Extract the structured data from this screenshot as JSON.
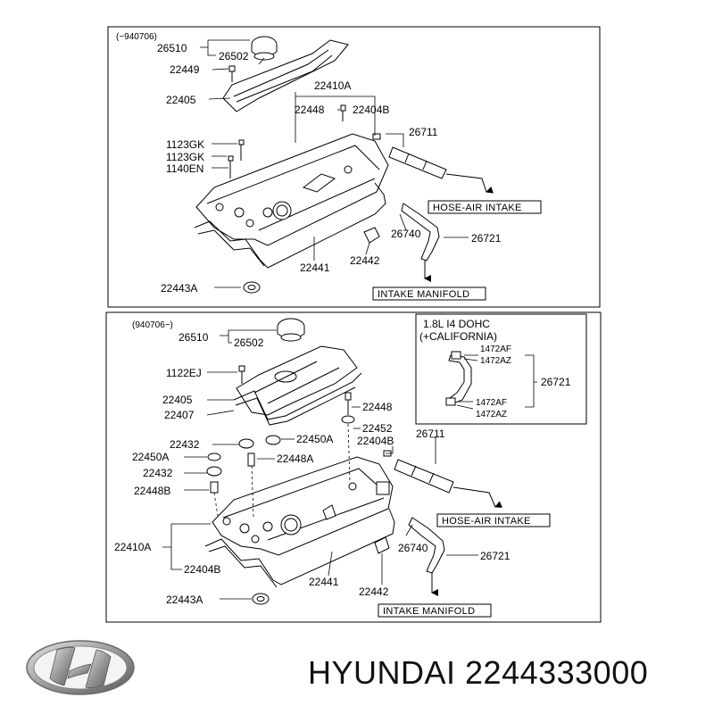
{
  "top_panel": {
    "variant": "(−940706)",
    "labels": {
      "l26510": "26510",
      "l26502": "26502",
      "l22449": "22449",
      "l22405": "22405",
      "l22410A": "22410A",
      "l22448": "22448",
      "l22404B": "22404B",
      "l26711": "26711",
      "l1123GK_a": "1123GK",
      "l1123GK_b": "1123GK",
      "l1140EN": "1140EN",
      "l26740": "26740",
      "l26721": "26721",
      "l22441": "22441",
      "l22442": "22442",
      "l22443A": "22443A"
    },
    "boxes": {
      "hose": "HOSE-AIR INTAKE",
      "manifold": "INTAKE MANIFOLD"
    }
  },
  "bottom_panel": {
    "variant": "(940706−)",
    "labels": {
      "l26510": "26510",
      "l26502": "26502",
      "l1122EJ": "1122EJ",
      "l22405": "22405",
      "l22407": "22407",
      "l22448": "22448",
      "l22452": "22452",
      "l22432a": "22432",
      "l22450A_a": "22450A",
      "l22450A_b": "22450A",
      "l22404B_a": "22404B",
      "l26711": "26711",
      "l22448A": "22448A",
      "l22432b": "22432",
      "l22448B": "22448B",
      "l22410A": "22410A",
      "l22404B_b": "22404B",
      "l22441": "22441",
      "l26740": "26740",
      "l26721": "26721",
      "l22442": "22442",
      "l22443A": "22443A"
    },
    "boxes": {
      "hose": "HOSE-AIR INTAKE",
      "manifold": "INTAKE MANIFOLD"
    },
    "inset": {
      "title1": "1.8L I4 DOHC",
      "title2": "(+CALIFORNIA)",
      "l1472AF_a": "1472AF",
      "l1472AZ_a": "1472AZ",
      "l26721": "26721",
      "l1472AF_b": "1472AF",
      "l1472AZ_b": "1472AZ"
    }
  },
  "footer": {
    "brand_text": "HYUNDAI 2244333000",
    "logo_icon": "hyundai-logo-icon"
  }
}
